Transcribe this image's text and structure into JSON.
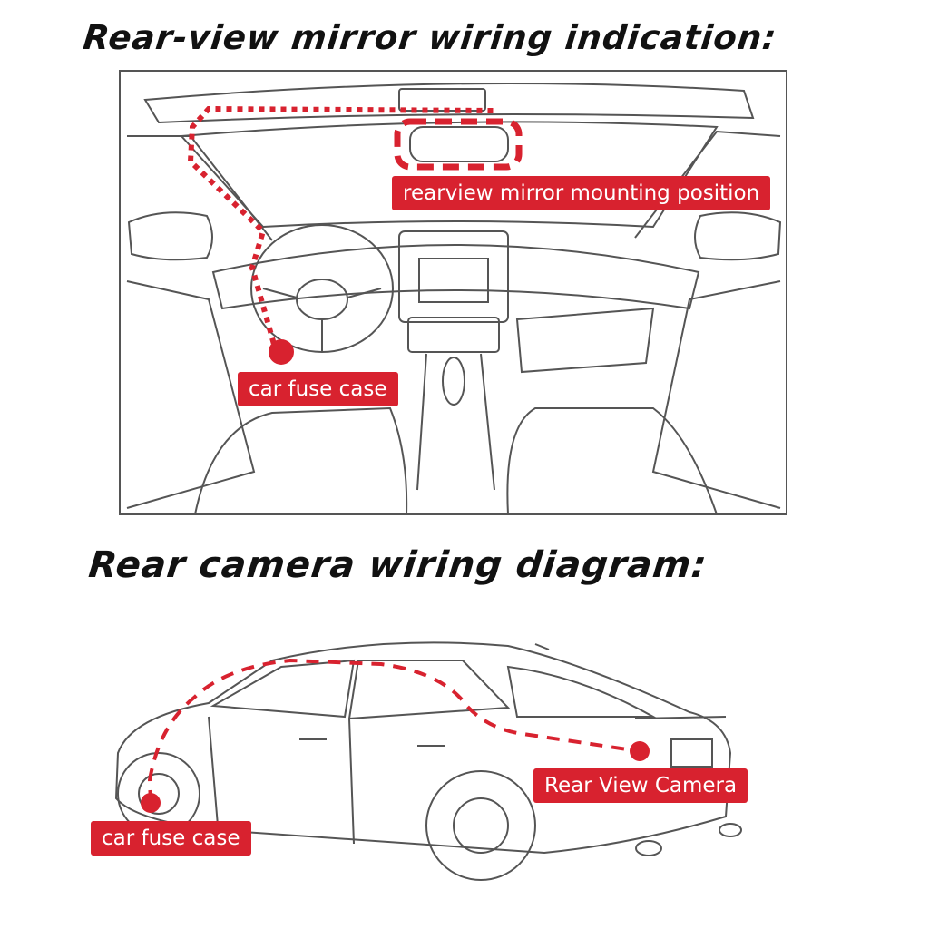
{
  "headings": {
    "mirror_wiring": "Rear-view mirror wiring indication:",
    "rear_camera_wiring": "Rear camera wiring diagram:"
  },
  "labels": {
    "mirror_position": "rearview mirror mounting position",
    "fuse_case_interior": "car fuse case",
    "rear_camera": "Rear View Camera",
    "fuse_case_exterior": "car fuse case"
  },
  "colors": {
    "accent": "#d8222f",
    "line_art": "#555555",
    "text": "#111111"
  }
}
